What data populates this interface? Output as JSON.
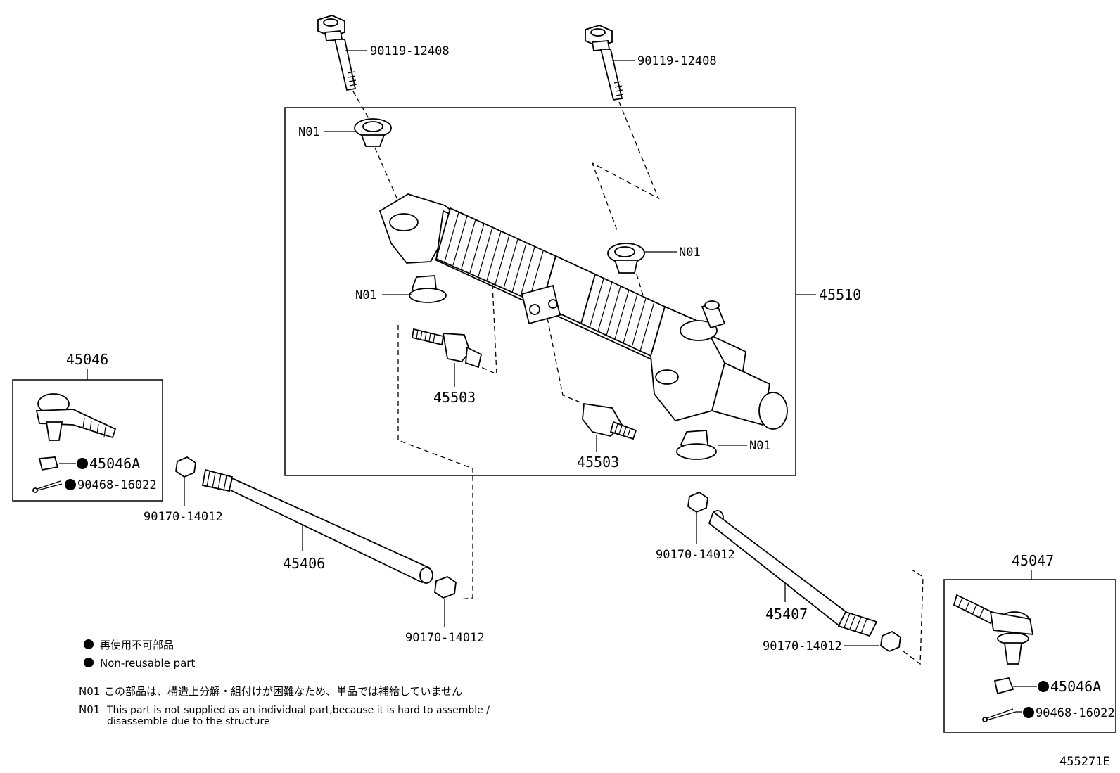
{
  "labels": {
    "bolt_left": "90119-12408",
    "bolt_right": "90119-12408",
    "n01_top": "N01",
    "n01_mid_left": "N01",
    "n01_mid_right": "N01",
    "n01_bottom_right": "N01",
    "rack_assy": "45510",
    "inner_end_upper": "45503",
    "inner_end_lower": "45503",
    "tie_rod_end_left": "45046",
    "nut_left": "45046A",
    "pin_left": "90468-16022",
    "lock_nut_left_upper": "90170-14012",
    "rod_left": "45406",
    "lock_nut_left_lower": "90170-14012",
    "lock_nut_right_upper": "90170-14012",
    "rod_right": "45407",
    "lock_nut_right_lower": "90170-14012",
    "tie_rod_end_right": "45047",
    "nut_right": "45046A",
    "pin_right": "90468-16022"
  },
  "legend": {
    "jp": "再使用不可部品",
    "en": "Non-reusable part"
  },
  "notes": {
    "code": "N01",
    "jp": "この部品は、構造上分解・組付けが困難なため、単品では補給していません",
    "en_line1": "This part is not supplied as an individual part,because it is hard to assemble /",
    "en_line2": "disassemble due to the structure"
  },
  "figure_id": "455271E"
}
